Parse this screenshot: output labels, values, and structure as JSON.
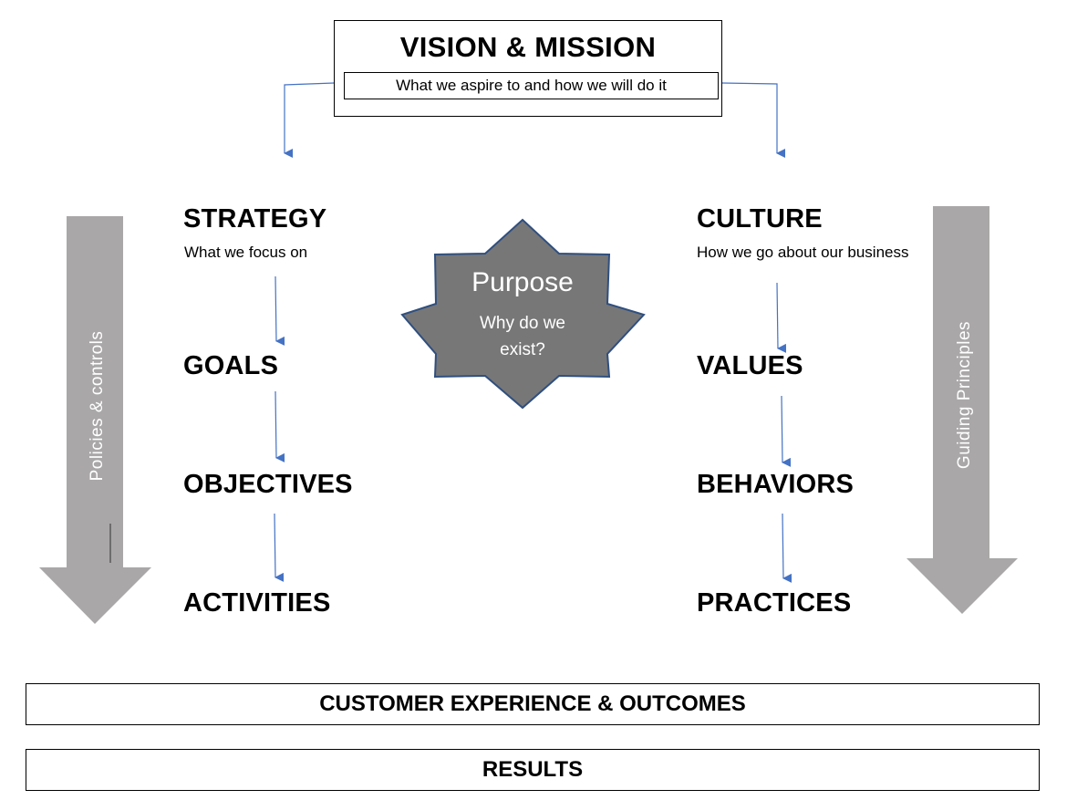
{
  "vision": {
    "title": "VISION & MISSION",
    "subtitle": "What we aspire to and how we will do it"
  },
  "purpose": {
    "title": "Purpose",
    "subtitle_line1": "Why do we",
    "subtitle_line2": "exist?"
  },
  "left_arrow_label": "Policies & controls",
  "right_arrow_label": "Guiding Principles",
  "strategy": {
    "title": "STRATEGY",
    "description": "What we focus on",
    "steps": [
      "GOALS",
      "OBJECTIVES",
      "ACTIVITIES"
    ]
  },
  "culture": {
    "title": "CULTURE",
    "description": "How we go about our business",
    "steps": [
      "VALUES",
      "BEHAVIORS",
      "PRACTICES"
    ]
  },
  "bottom": {
    "outcomes": "CUSTOMER EXPERIENCE & OUTCOMES",
    "results": "RESULTS"
  },
  "colors": {
    "connector": "#4472c4",
    "side_arrow": "#a9a7a7",
    "star_fill": "#777777",
    "star_stroke": "#2f4f7f"
  }
}
